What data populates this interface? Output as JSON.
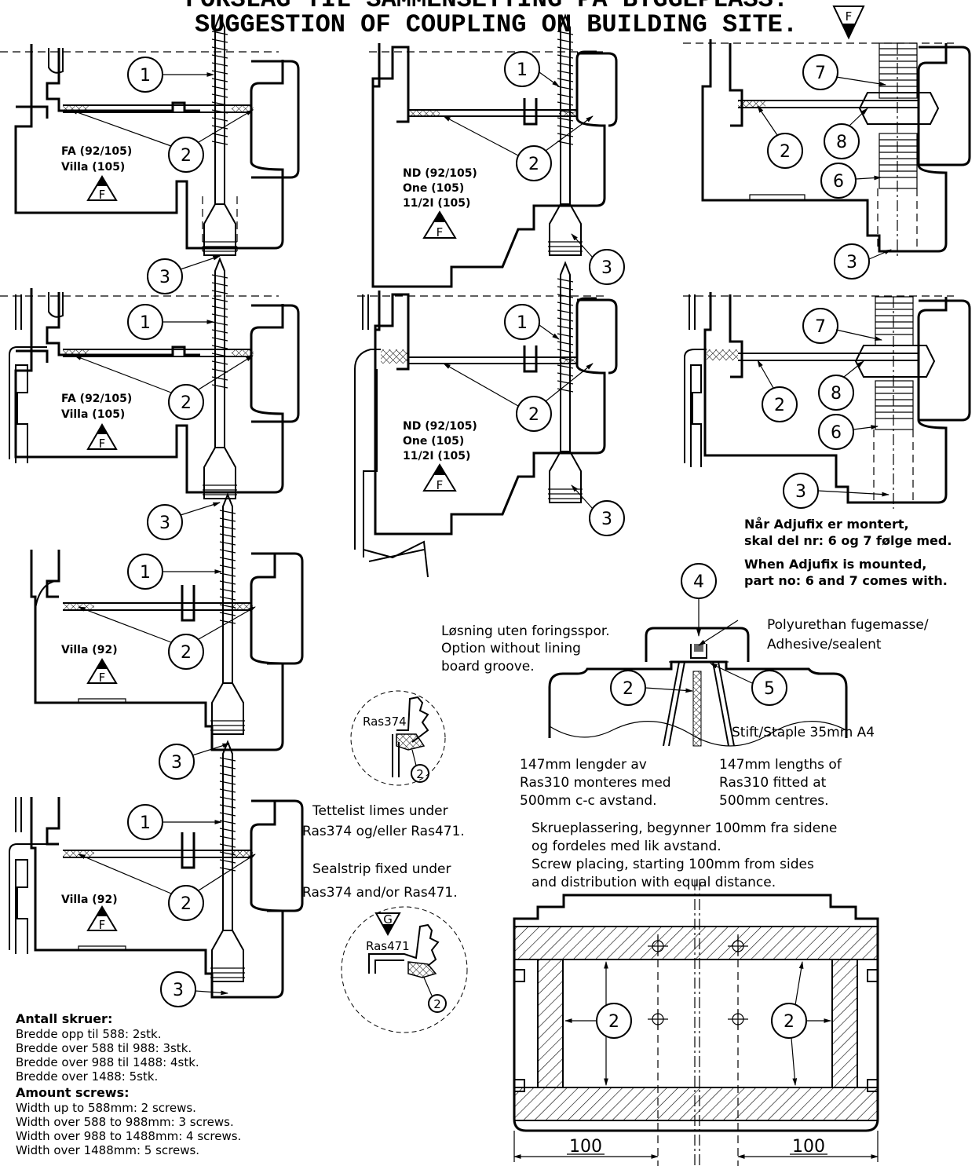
{
  "title": {
    "line1": "FORSLAG TIL SAMMENSETTING PÅ BYGGEPLASS.",
    "line2": "SUGGESTION OF COUPLING ON BUILDING SITE."
  },
  "marker_f": "F",
  "marker_g": "G",
  "details": {
    "d1": [
      "FA (92/105)",
      "Villa (105)"
    ],
    "d2": [
      "ND (92/105)",
      "One (105)",
      "11/2I (105)"
    ],
    "d4": [
      "FA (92/105)",
      "Villa (105)"
    ],
    "d5": [
      "ND (92/105)",
      "One (105)",
      "11/2I (105)"
    ],
    "d7": [
      "Villa (92)"
    ],
    "d8": [
      "Villa (92)"
    ]
  },
  "callouts": {
    "n1": "1",
    "n2": "2",
    "n3": "3",
    "n4": "4",
    "n5": "5",
    "n6": "6",
    "n7": "7",
    "n8": "8"
  },
  "adjufix_note": {
    "no": [
      "Når Adjufix er montert,",
      "skal del nr: 6 og 7 følge med."
    ],
    "en": [
      "When Adjufix is mounted,",
      "part no: 6 and 7 comes with."
    ]
  },
  "lining_option": [
    "Løsning uten foringsspor.",
    "Option without lining",
    "board groove."
  ],
  "sealant": [
    "Polyurethan fugemasse/",
    "Adhesive/sealent"
  ],
  "staple": "Stift/Staple 35mm A4",
  "ras310_no": [
    "147mm lengder av",
    "Ras310 monteres med",
    "500mm c-c avstand."
  ],
  "ras310_en": [
    "147mm lengths of",
    "Ras310 fitted at",
    "500mm centres."
  ],
  "ras374": "Ras374",
  "ras471": "Ras471",
  "sealstrip_no": [
    "Tettelist limes under",
    "Ras374 og/eller Ras471."
  ],
  "sealstrip_en": [
    "Sealstrip fixed under",
    "Ras374 and/or Ras471."
  ],
  "screw_placing": [
    "Skrueplassering, begynner 100mm fra sidene",
    "og fordeles med lik avstand.",
    "Screw placing, starting 100mm from sides",
    "and distribution with equal distance."
  ],
  "screw_count": {
    "heading_no": "Antall skruer:",
    "lines_no": [
      "Bredde opp til 588: 2stk.",
      "Bredde over 588 til 988: 3stk.",
      "Bredde over 988 til 1488: 4stk.",
      "Bredde over 1488: 5stk."
    ],
    "heading_en": "Amount screws:",
    "lines_en": [
      "Width up to 588mm: 2 screws.",
      "Width over 588 to 988mm: 3 screws.",
      "Width over 988 to 1488mm: 4 screws.",
      "Width over 1488mm: 5 screws."
    ]
  },
  "dim_left": "100",
  "dim_right": "100"
}
